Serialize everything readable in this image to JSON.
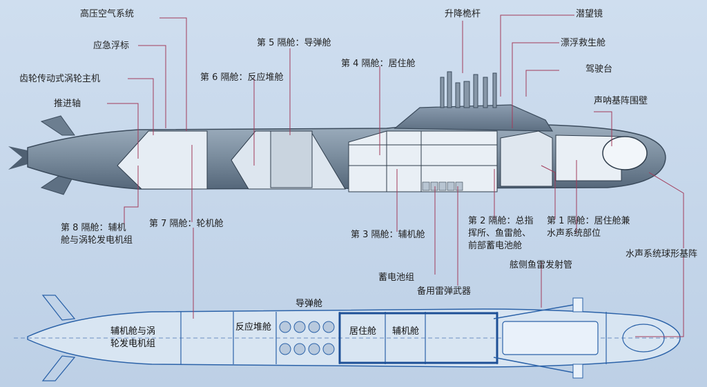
{
  "labels": {
    "hp_air": "高压空气系统",
    "buoy": "应急浮标",
    "turbine": "齿轮传动式涡轮主机",
    "shaft": "推进轴",
    "c5": "第 5 隔舱：导弹舱",
    "c6": "第 6 隔舱：反应堆舱",
    "c4": "第 4 隔舱：居住舱",
    "mast": "升降桅杆",
    "periscope": "潜望镜",
    "rescue": "漂浮救生舱",
    "bridge": "驾驶台",
    "sonar_wall": "声呐基阵围壁",
    "c8": "第 8 隔舱：辅机\n舱与涡轮发电机组",
    "c7": "第 7 隔舱：轮机舱",
    "c3": "第 3 隔舱：辅机舱",
    "c2": "第 2 隔舱：总指\n挥所、鱼雷舱、\n前部蓄电池舱",
    "c1": "第 1 隔舱：居住舱兼\n水声系统部位",
    "sphere": "水声系统球形基阵",
    "battery": "蓄电池组",
    "spare": "备用雷弹武器",
    "tubes": "舷侧鱼雷发射管"
  },
  "plan": {
    "missile": "导弹舱",
    "aux_turbo": "辅机舱与涡\n轮发电机组",
    "reactor": "反应堆舱",
    "living": "居住舱",
    "aux": "辅机舱"
  }
}
